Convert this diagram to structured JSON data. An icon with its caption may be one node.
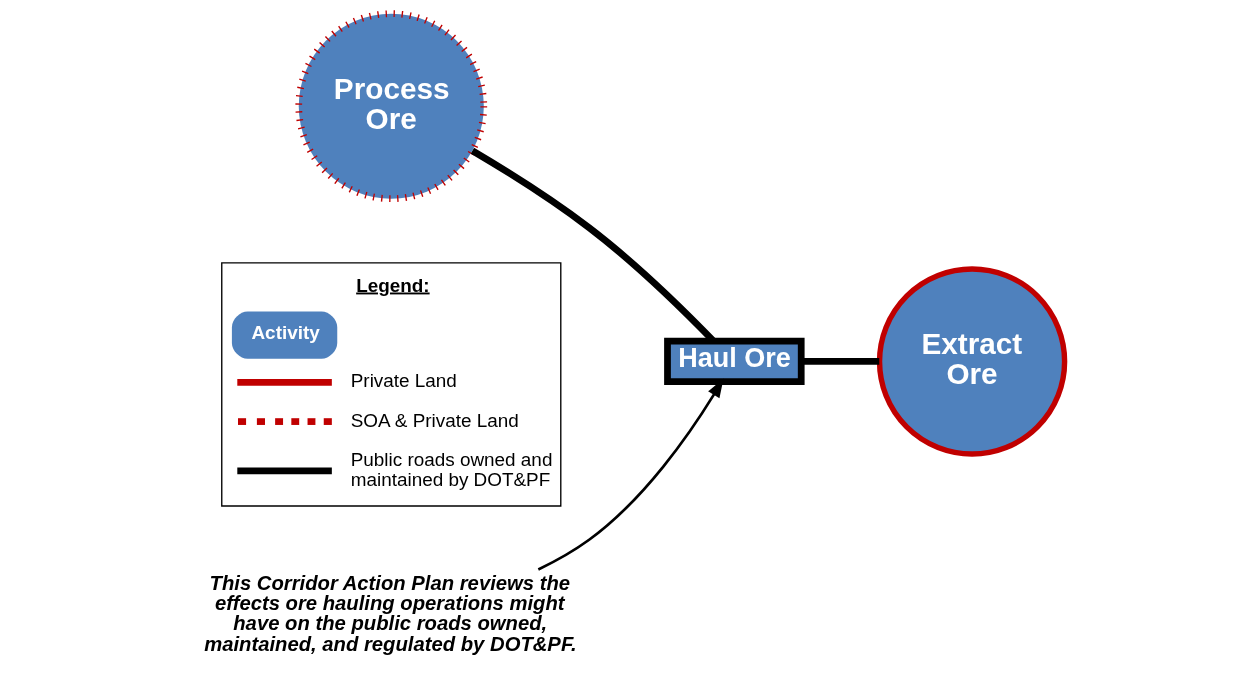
{
  "diagram": {
    "nodes": [
      {
        "text": [
          "Process Ore"
        ]
      },
      {
        "text": [
          "This Corridor Action Plan reviews the effects ore hauling operations might have on the public roads owned, maintained, and regulated by DOT&PF."
        ]
      },
      {
        "text": [
          "Haul Ore"
        ]
      },
      {
        "text": [
          "Extract Ore"
        ]
      }
    ],
    "edges": [
      {
        "from": 0,
        "to": 2,
        "arrow": "none"
      },
      {
        "from": 2,
        "to": 3,
        "arrow": "none"
      },
      {
        "from": 1,
        "to": 2,
        "arrow": "to"
      }
    ],
    "labels": [
      "Legend:"
    ],
    "legend": [
      {
        "text": "Activity"
      },
      {
        "text": "Private Land"
      },
      {
        "text": "SOA & Private Land"
      },
      {
        "text": "Public roads owned and maintained by DOT&PF"
      }
    ]
  }
}
